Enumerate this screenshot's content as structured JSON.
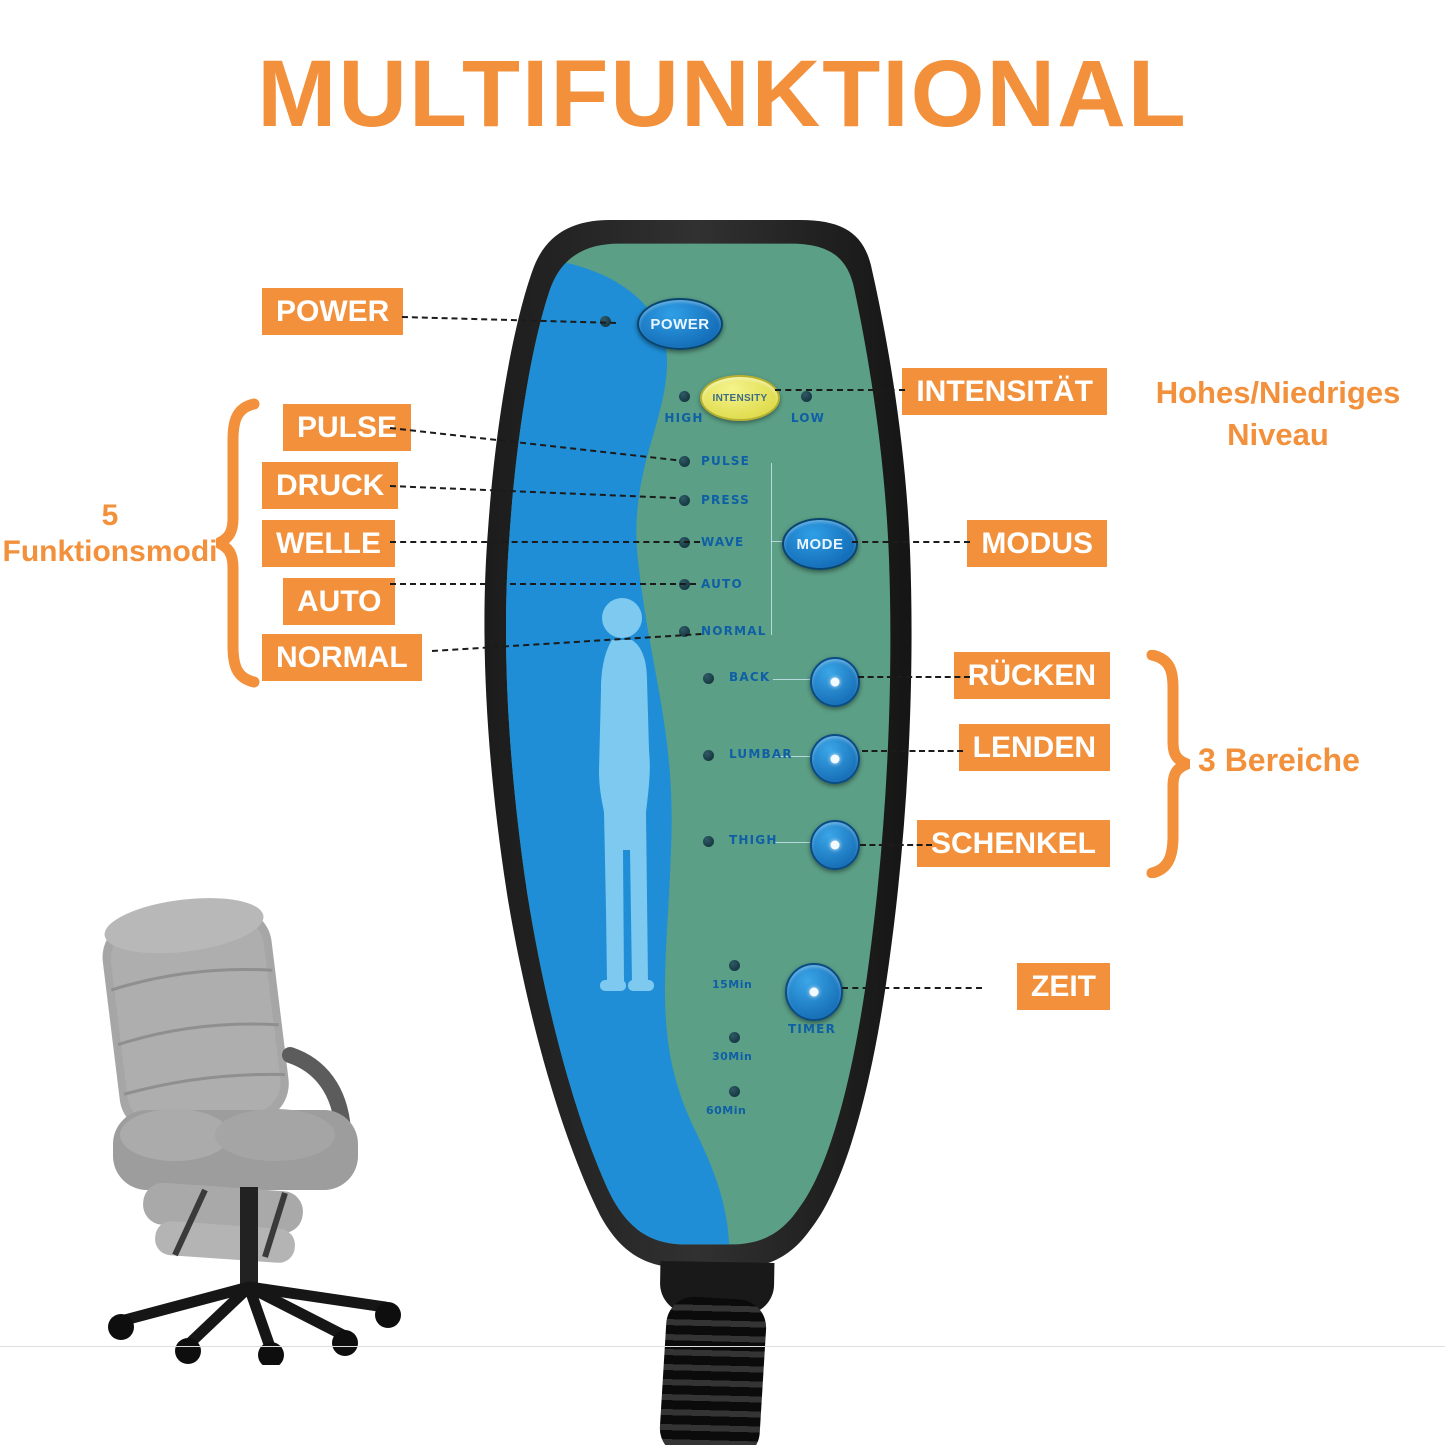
{
  "title": "MULTIFUNKTIONAL",
  "labels_left": {
    "power": "POWER",
    "pulse": "PULSE",
    "druck": "DRUCK",
    "welle": "WELLE",
    "auto": "AUTO",
    "normal": "NORMAL"
  },
  "funktionsmodi": {
    "count": "5",
    "caption": "Funktionsmodi"
  },
  "labels_right": {
    "intensitaet": "INTENSITÄT",
    "modus": "MODUS",
    "ruecken": "RÜCKEN",
    "lenden": "LENDEN",
    "schenkel": "SCHENKEL",
    "zeit": "ZEIT"
  },
  "niveau": {
    "line1": "Hohes/Niedriges",
    "line2": "Niveau"
  },
  "bereiche": "3 Bereiche",
  "remote": {
    "power_button": "POWER",
    "intensity_button": "INTENSITY",
    "intensity_high": "HIGH",
    "intensity_low": "LOW",
    "modes": [
      "PULSE",
      "PRESS",
      "WAVE",
      "AUTO",
      "NORMAL"
    ],
    "mode_button": "MODE",
    "zones": [
      "BACK",
      "LUMBAR",
      "THIGH"
    ],
    "timer_options": [
      "15Min",
      "30Min",
      "60Min"
    ],
    "timer_label": "TIMER"
  },
  "colors": {
    "accent_orange": "#f2903b",
    "button_blue": "#1779cf",
    "intensity_yellow": "#e9e54b",
    "face_green": "#5b9f86",
    "wave_blue": "#1f8ed6"
  }
}
